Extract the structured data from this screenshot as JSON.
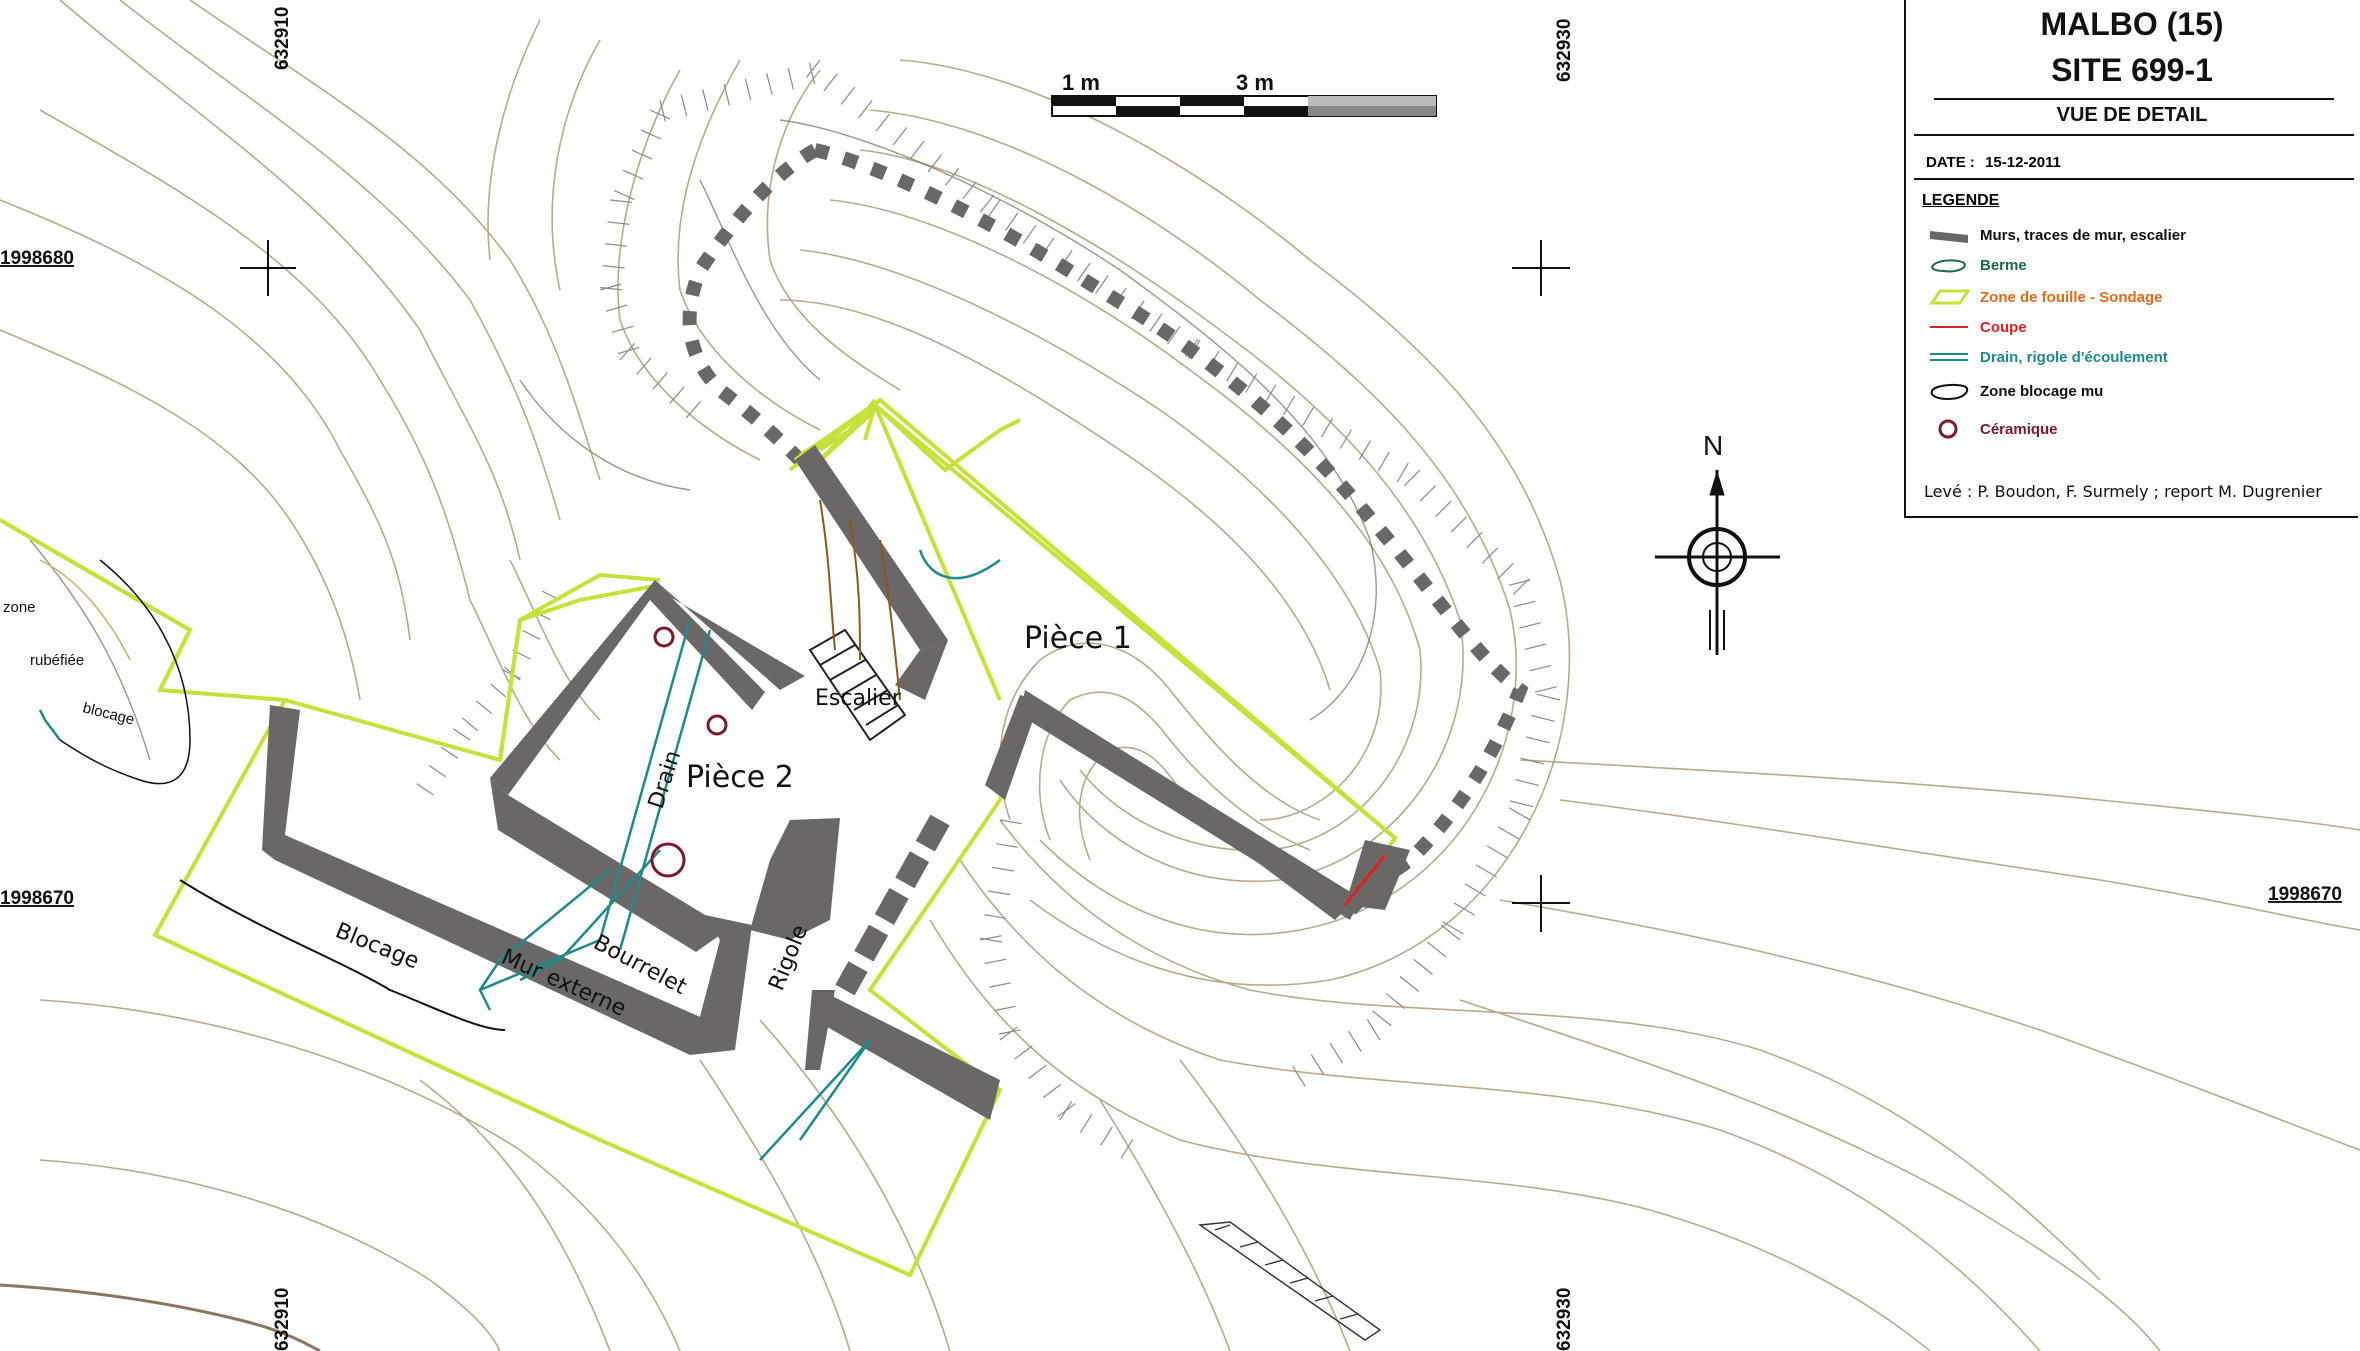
{
  "title": {
    "site_name": "MALBO (15)",
    "site_code": "SITE 699-1",
    "view": "VUE DE DETAIL",
    "date_label": "DATE :",
    "date_value": "15-12-2011"
  },
  "legend": {
    "heading": "LEGENDE",
    "items": [
      {
        "label": "Murs, traces de mur, escalier",
        "color": "#6b6767",
        "icon": "wall-swatch"
      },
      {
        "label": "Berme",
        "color": "#1a6b4a",
        "icon": "berm-swatch"
      },
      {
        "label": "Zone de fouille - Sondage",
        "color": "#e26a1a",
        "icon": "excavation-swatch",
        "stroke": "#c8e03a"
      },
      {
        "label": "Coupe",
        "color": "#e02020",
        "icon": "section-line-swatch"
      },
      {
        "label": "Drain, rigole d'écoulement",
        "color": "#1f8a8a",
        "icon": "drain-swatch"
      },
      {
        "label": "Zone blocage mu",
        "color": "#111111",
        "icon": "blocking-zone-swatch"
      },
      {
        "label": "Céramique",
        "color": "#7a1a2a",
        "icon": "ceramic-circle-swatch"
      }
    ],
    "credits": "Levé : P. Boudon, F. Surmely ;  report M. Dugrenier"
  },
  "scale_bar": {
    "label_1": "1 m",
    "label_3": "3 m"
  },
  "north_arrow": {
    "label": "N",
    "icon": "north-arrow-icon"
  },
  "coordinates": {
    "x_left": "632910",
    "x_right": "632930",
    "y_top": "1998680",
    "y_bottom": "1998670"
  },
  "labels": {
    "piece1": "Pièce 1",
    "piece2": "Pièce 2",
    "escalier": "Escalier",
    "drain": "Drain",
    "bourrelet": "Bourrelet",
    "rigole": "Rigole",
    "blocage": "Blocage",
    "mur_externe": "Mur externe",
    "zone": "zone",
    "rubefiee": "rubéfiée",
    "blocage_small": "blocage"
  },
  "colors": {
    "wall": "#6b6767",
    "excavation": "#c8e03a",
    "contour": "#b9a98a",
    "drain": "#1f8a8a",
    "ceramic": "#7a1a2a",
    "section": "#e02020",
    "hachure": "#8a8a8a"
  }
}
